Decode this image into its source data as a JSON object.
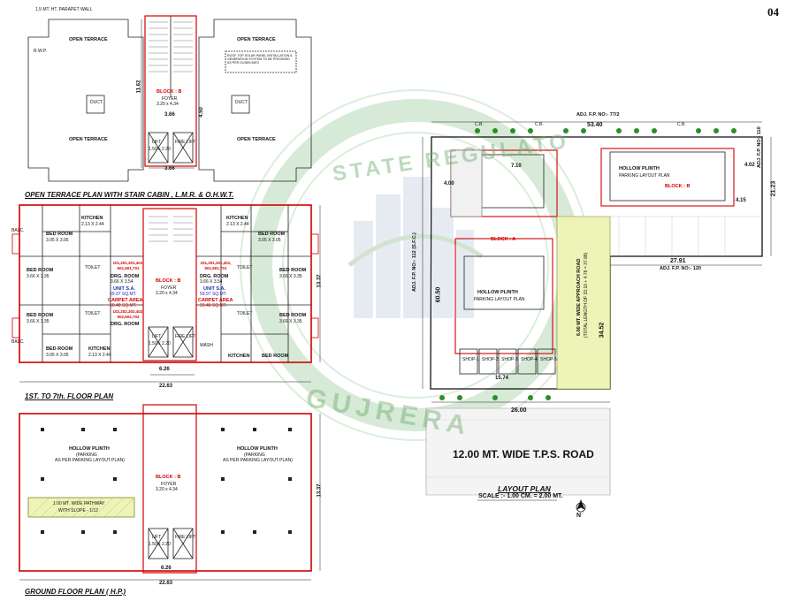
{
  "page_number": "04",
  "watermark": {
    "line1": "STATE REGULATO",
    "line2": "GUJRERA"
  },
  "terrace_plan": {
    "caption": "OPEN TERRACE PLAN WITH STAIR CABIN , L.M.R. & O.H.W.T.",
    "open_terrace": "OPEN TERRACE",
    "block": "BLOCK : B",
    "foyer": "FOYER",
    "foyer_size": "3.20 x 4.34",
    "rwp": "R.W.P.",
    "duct": "DUCT",
    "lift": "LIFT",
    "lift_size": "1.50 x 2.20",
    "fire_lift": "FIRE LIFT",
    "dim_height": "11.62",
    "dim_width_a": "3.66",
    "dim_width_b": "3.66",
    "dim_right": "4.50",
    "solar_note": "ROOF TOP SOLAR PANEL INSTALLATION & GENERATION SYSTEM TO BE PROVIDED AS PER GUIDELINES",
    "parapet": "1.5 MT. HT. PARAPET WALL"
  },
  "typical_plan": {
    "caption": "1ST. TO 7th. FLOOR PLAN",
    "bed_room": "BED ROOM",
    "bed_size_a": "3.05 X 3.05",
    "bed_size_b": "3.66 X 3.35",
    "kitchen": "KITCHEN",
    "kitchen_size": "2.13 X 2.44",
    "drg_room": "DRG. ROOM",
    "drg_size": "3.66 X 3.54",
    "balc": "BALC.",
    "toilet": "TOILET",
    "wash": "WASH",
    "dim_width": "22.63",
    "dim_height": "13.37",
    "block": "BLOCK : B",
    "foyer": "FOYER",
    "foyer_size": "3.20 x 4.34",
    "flats_a": "101,201,301,401, 501,601,701",
    "flats_b": "102,202,302,402, 502,602,702",
    "unit": "UNIT S.A.",
    "unit_area": "59.97 SQ.MT.",
    "carpet": "CARPET AREA",
    "carpet_area": "50.48 SQ.MT.",
    "lift": "LIFT",
    "lift_size": "1.50 x 2.20",
    "fire_lift": "FIRE LIFT",
    "dim_mid": "6.26"
  },
  "ground_plan": {
    "caption": "GROUND FLOOR PLAN ( H.P.)",
    "hollow_plinth": "HOLLOW PLINTH",
    "parking": "(PARKING",
    "parking_note": "AS PER PARKING LAYOUT PLAN)",
    "block": "BLOCK : B",
    "foyer": "FOYER",
    "foyer_size": "3.20 x 4.34",
    "pathway": "1.00 MT. WIDE PATHWAY",
    "pathway_slope": "WITH SLOPE - 1/12",
    "dim_width": "22.63",
    "dim_height": "13.37",
    "dim_mid": "6.26",
    "lift": "LIFT",
    "lift_size": "1.50 x 2.20",
    "fire_lift": "FIRE LIFT"
  },
  "layout_plan": {
    "caption": "LAYOUT PLAN",
    "scale": "SCALE :- 1.00 CM. = 2.00 MT.",
    "road": "12.00 MT. WIDE T.P.S. ROAD",
    "adj_top": "ADJ. F.P. NO:- 77/2",
    "adj_right": "ADJ. F.P. NO:- 110",
    "adj_bottom_right": "ADJ. F.P. NO:- 120",
    "adj_left": "ADJ. F.P. NO:- 112 (S.F.C.)",
    "dim_top": "53.40",
    "dim_right": "21.23",
    "dim_bottom_right": "27.91",
    "dim_road": "26.00",
    "dim_left": "60.50",
    "dim_side": "34.52",
    "approach_road": "6.00 MT. WIDE APPROACH ROAD",
    "approach_length": "(TOTAL LENGTH OF 33.10 + 4.78 = 37.88)",
    "block_a": "BLOCK : A",
    "block_b": "BLOCK : B",
    "hollow_plinth": "HOLLOW PLINTH",
    "parking_plan": "PARKING LAYOUT PLAN",
    "shops": [
      "SHOP-1",
      "SHOP-2",
      "SHOP-3",
      "SHOP-4",
      "SHOP-5"
    ],
    "cb": "C.B.",
    "dim_7_10": "7.10",
    "dim_4_00": "4.00",
    "dim_15_74": "15.74",
    "dim_4_15": "4.15",
    "dim_4_02": "4.02",
    "north": "N"
  }
}
